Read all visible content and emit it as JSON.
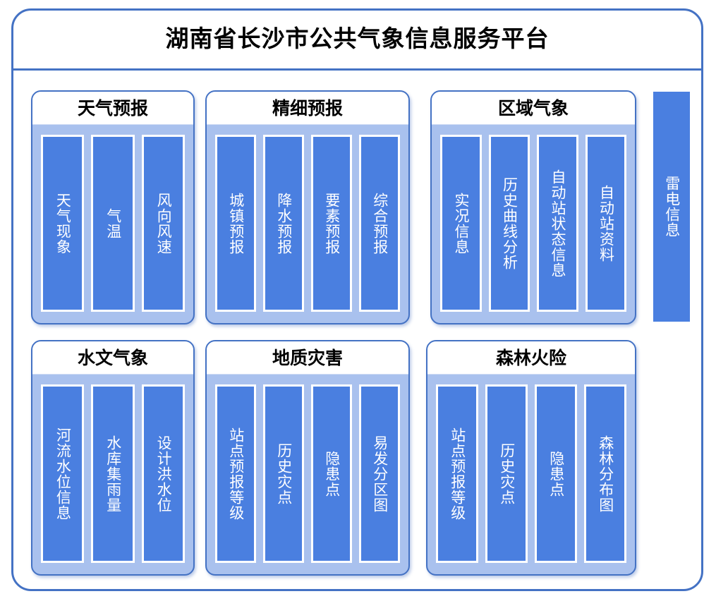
{
  "header": {
    "title": "湖南省长沙市公共气象信息服务平台"
  },
  "side_module": {
    "label": "雷电信息"
  },
  "panels": [
    {
      "id": "panel-weather",
      "title": "天气预报",
      "items": [
        {
          "label": "天气现象"
        },
        {
          "label": "气温"
        },
        {
          "label": "风向风速"
        }
      ]
    },
    {
      "id": "panel-fine",
      "title": "精细预报",
      "items": [
        {
          "label": "城镇预报"
        },
        {
          "label": "降水预报"
        },
        {
          "label": "要素预报"
        },
        {
          "label": "综合预报"
        }
      ]
    },
    {
      "id": "panel-region",
      "title": "区域气象",
      "items": [
        {
          "label": "实况信息"
        },
        {
          "label": "历史曲线分析"
        },
        {
          "label": "自动站状态信息"
        },
        {
          "label": "自动站资料"
        }
      ]
    },
    {
      "id": "panel-hydro",
      "title": "水文气象",
      "items": [
        {
          "label": "河流水位信息"
        },
        {
          "label": "水库集雨量"
        },
        {
          "label": "设计洪水位"
        }
      ]
    },
    {
      "id": "panel-geo",
      "title": "地质灾害",
      "items": [
        {
          "label": "站点预报等级"
        },
        {
          "label": "历史灾点"
        },
        {
          "label": "隐患点"
        },
        {
          "label": "易发分区图"
        }
      ]
    },
    {
      "id": "panel-forest",
      "title": "森林火险",
      "items": [
        {
          "label": "站点预报等级"
        },
        {
          "label": "历史灾点"
        },
        {
          "label": "隐患点"
        },
        {
          "label": "森林分布图"
        }
      ]
    }
  ],
  "colors": {
    "frame_border": "#4472C4",
    "panel_body": "#A9C1EE",
    "bar_fill": "#4A7FE0",
    "bar_border": "#FFFFFF",
    "panel_header_bg": "#FFFFFF",
    "title_text": "#000000"
  }
}
